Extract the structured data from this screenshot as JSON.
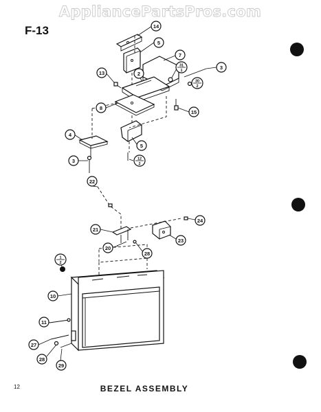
{
  "watermark": "AppliancePartsPros.com",
  "figure_id": "F-13",
  "caption": "BEZEL ASSEMBLY",
  "page_number": "12",
  "callouts": [
    {
      "id": "c14",
      "label": "14"
    },
    {
      "id": "c5a",
      "label": "5"
    },
    {
      "id": "c7",
      "label": "7"
    },
    {
      "id": "c31",
      "num": "31",
      "den": "1"
    },
    {
      "id": "c3a",
      "label": "3"
    },
    {
      "id": "c13",
      "label": "13"
    },
    {
      "id": "c2",
      "label": "2"
    },
    {
      "id": "c30",
      "num": "30",
      "den": "2"
    },
    {
      "id": "c8",
      "label": "8"
    },
    {
      "id": "c15",
      "label": "15"
    },
    {
      "id": "c4",
      "label": "4"
    },
    {
      "id": "c5b",
      "label": "5"
    },
    {
      "id": "c3b",
      "label": "3"
    },
    {
      "id": "c12",
      "num": "12",
      "den": "2"
    },
    {
      "id": "c22",
      "label": "22"
    },
    {
      "id": "c24",
      "label": "24"
    },
    {
      "id": "c21",
      "label": "21"
    },
    {
      "id": "c23",
      "label": "23"
    },
    {
      "id": "c20",
      "label": "20"
    },
    {
      "id": "c28a",
      "label": "28"
    },
    {
      "id": "c1",
      "num": "1",
      "den": "2"
    },
    {
      "id": "c10",
      "label": "10"
    },
    {
      "id": "c11",
      "label": "11"
    },
    {
      "id": "c27",
      "label": "27"
    },
    {
      "id": "c28b",
      "label": "28"
    },
    {
      "id": "c29",
      "label": "29"
    }
  ]
}
